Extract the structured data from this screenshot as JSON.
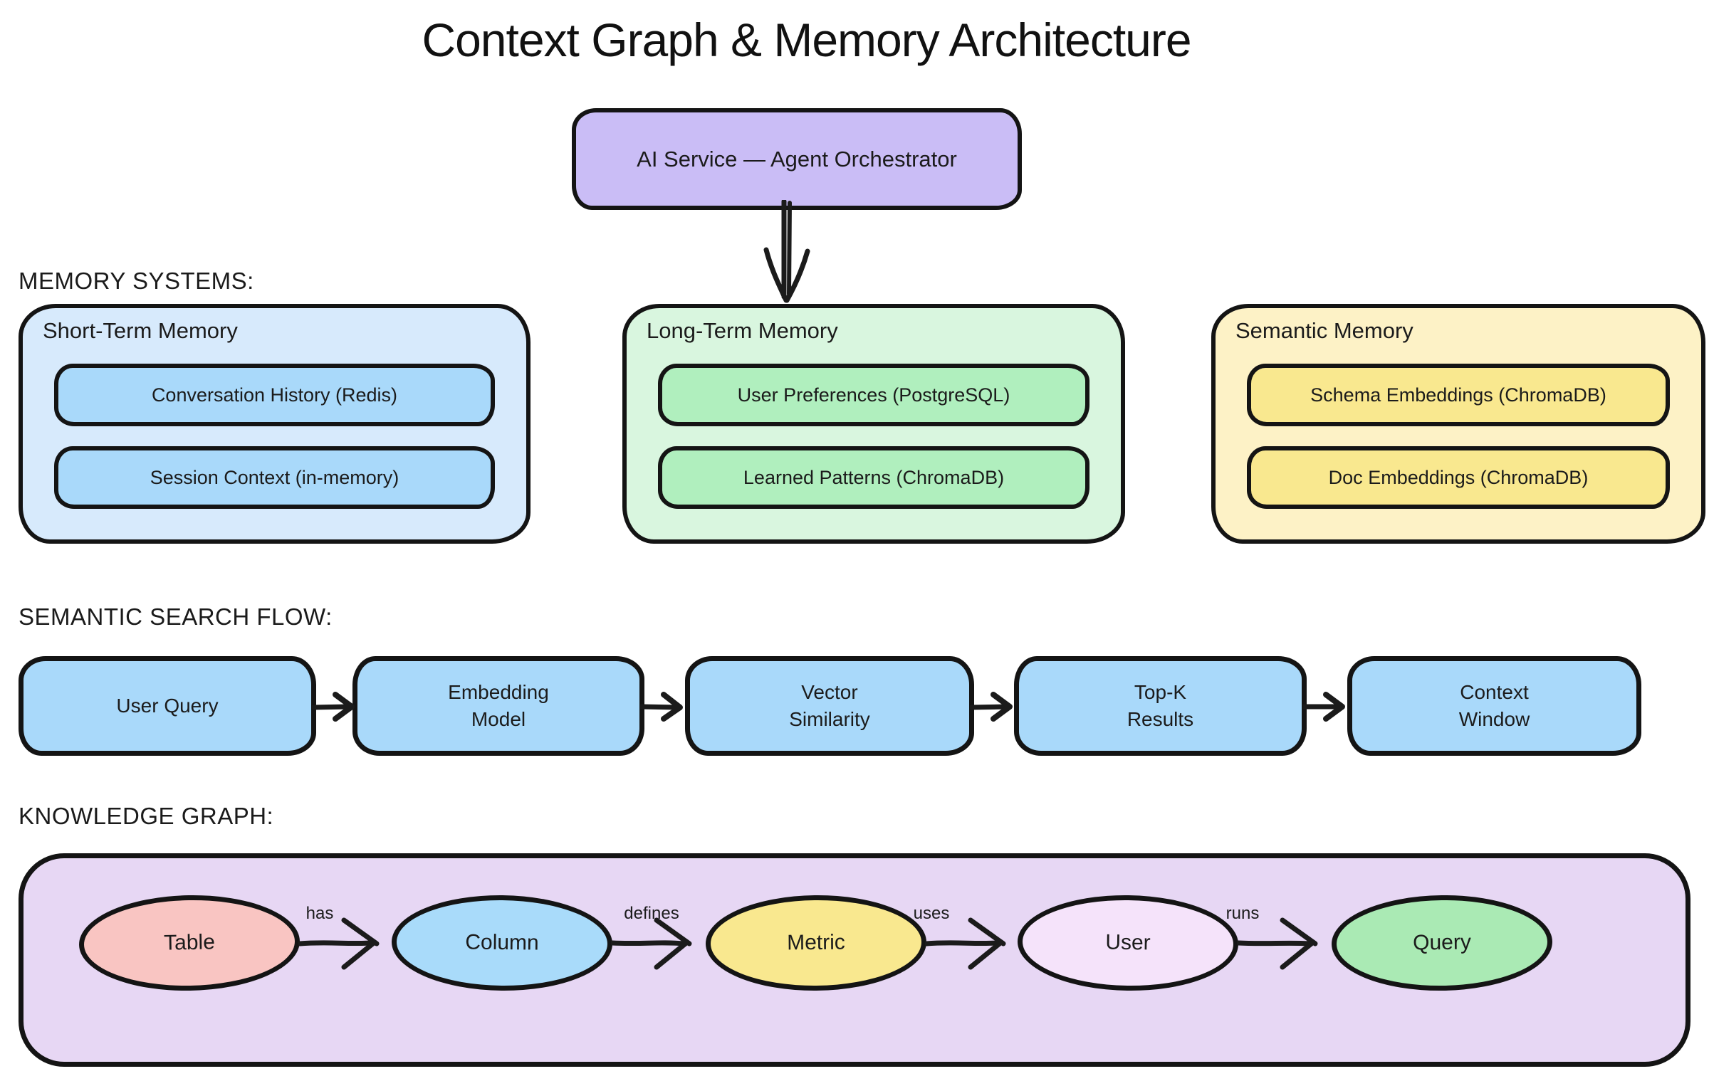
{
  "title": "Context Graph & Memory Architecture",
  "orchestrator": {
    "label": "AI Service — Agent Orchestrator",
    "fill": "#cabdf6"
  },
  "memory_systems": {
    "heading": "MEMORY SYSTEMS:",
    "cards": [
      {
        "title": "Short-Term Memory",
        "fill": "#d7eafc",
        "item_fill": "#a9d9fa",
        "items": [
          "Conversation History (Redis)",
          "Session Context (in-memory)"
        ]
      },
      {
        "title": "Long-Term Memory",
        "fill": "#d9f6df",
        "item_fill": "#b0efbe",
        "items": [
          "User Preferences (PostgreSQL)",
          "Learned Patterns (ChromaDB)"
        ]
      },
      {
        "title": "Semantic Memory",
        "fill": "#fdf2c6",
        "item_fill": "#f9e88f",
        "items": [
          "Schema Embeddings (ChromaDB)",
          "Doc Embeddings (ChromaDB)"
        ]
      }
    ]
  },
  "search_flow": {
    "heading": "SEMANTIC SEARCH FLOW:",
    "box_fill": "#a9d9fa",
    "steps": [
      {
        "lines": [
          "User Query"
        ]
      },
      {
        "lines": [
          "Embedding",
          "Model"
        ]
      },
      {
        "lines": [
          "Vector",
          "Similarity"
        ]
      },
      {
        "lines": [
          "Top-K",
          "Results"
        ]
      },
      {
        "lines": [
          "Context",
          "Window"
        ]
      }
    ]
  },
  "knowledge_graph": {
    "heading": "KNOWLEDGE GRAPH:",
    "container_fill": "#e7d7f4",
    "nodes": [
      {
        "label": "Table",
        "fill": "#f9c5c2"
      },
      {
        "label": "Column",
        "fill": "#a9dbfa"
      },
      {
        "label": "Metric",
        "fill": "#f9e88f"
      },
      {
        "label": "User",
        "fill": "#f5e3fa"
      },
      {
        "label": "Query",
        "fill": "#aaeab4"
      }
    ],
    "edges": [
      {
        "label": "has"
      },
      {
        "label": "defines"
      },
      {
        "label": "uses"
      },
      {
        "label": "runs"
      }
    ]
  },
  "ink_color": "#1b1b1b"
}
